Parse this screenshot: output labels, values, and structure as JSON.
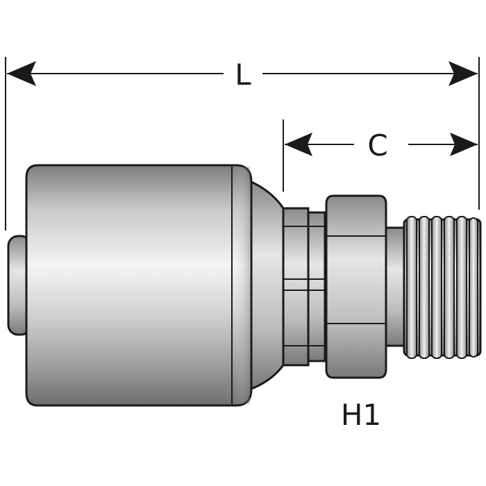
{
  "diagram": {
    "dimensions": {
      "overall_length": "L",
      "connector_length": "C",
      "hex": "H1"
    },
    "colors": {
      "line": "#1a1a1a",
      "metal_light": "#f2f2f2",
      "metal_mid": "#b9b9b9",
      "metal_dark": "#7a7a7a"
    }
  }
}
